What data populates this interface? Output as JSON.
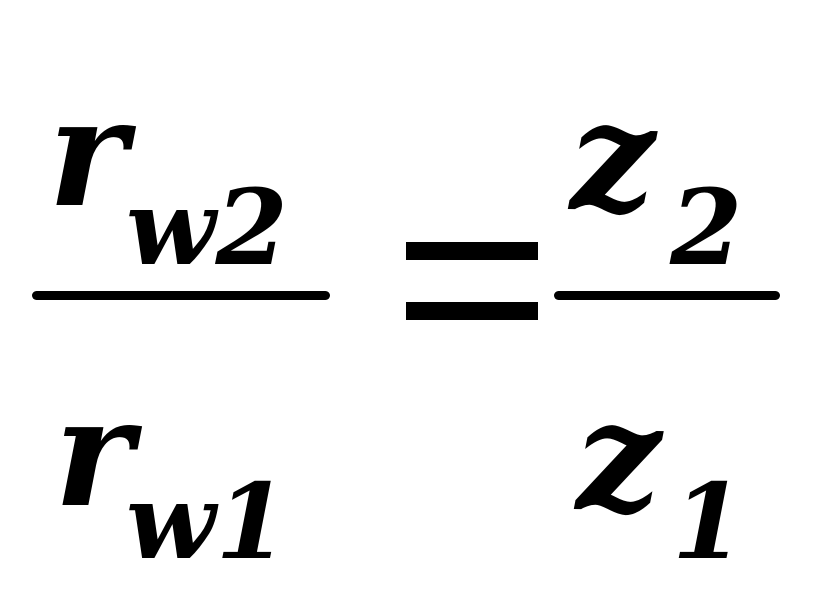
{
  "equation": {
    "left_fraction": {
      "numerator": {
        "base": "r",
        "subscript": "w2"
      },
      "denominator": {
        "base": "r",
        "subscript": "w1"
      }
    },
    "operator": "=",
    "right_fraction": {
      "numerator": {
        "base": "z",
        "subscript": "2"
      },
      "denominator": {
        "base": "z",
        "subscript": "1"
      }
    }
  }
}
